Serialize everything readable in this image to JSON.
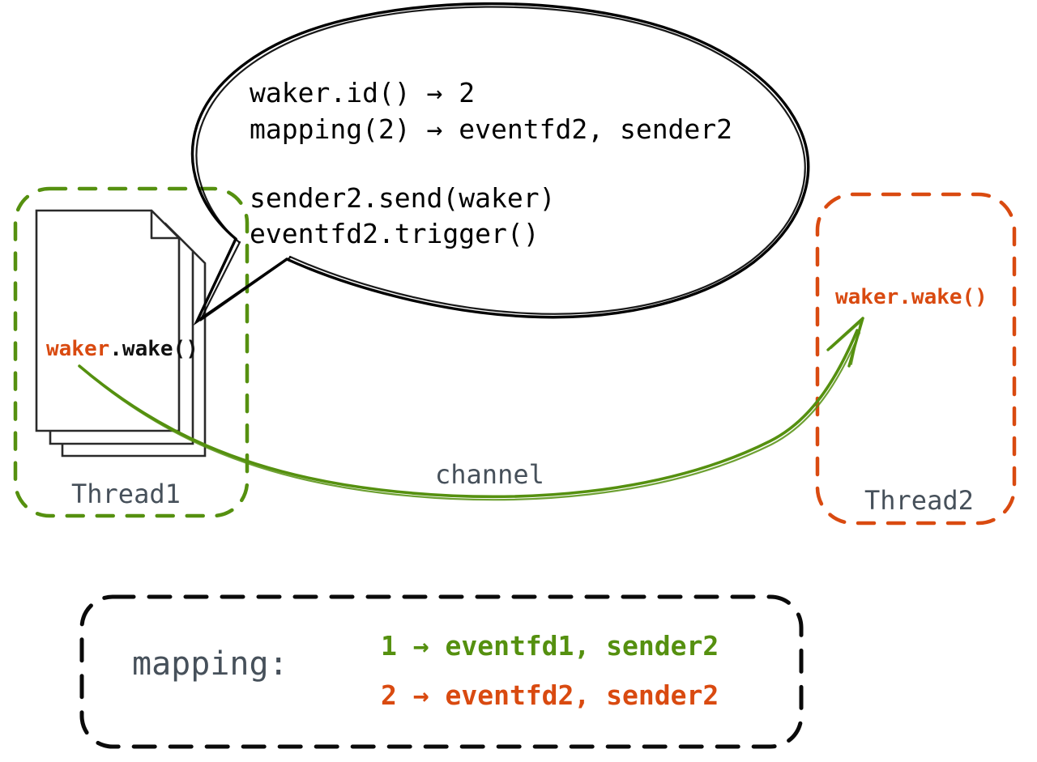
{
  "diagram": {
    "title": "Waker cross-thread wake-up via eventfd channel",
    "colors": {
      "green": "#55900F",
      "orange": "#D94A10",
      "slate": "#46505A",
      "black": "#000000"
    }
  },
  "bubble": {
    "line1": "waker.id() → 2",
    "line2": "mapping(2) → eventfd2, sender2",
    "line3": "sender2.send(waker)",
    "line4": "eventfd2.trigger()"
  },
  "thread1": {
    "label": "Thread1",
    "doc_text_prefix": "waker",
    "doc_text_suffix": ".wake()"
  },
  "thread2": {
    "label": "Thread2",
    "waker_call": "waker.wake()"
  },
  "channel": {
    "label": "channel"
  },
  "mapping": {
    "label": "mapping:",
    "rows": [
      {
        "text": "1 → eventfd1, sender2",
        "color": "#55900F"
      },
      {
        "text": "2 → eventfd2, sender2",
        "color": "#D94A10"
      }
    ]
  }
}
